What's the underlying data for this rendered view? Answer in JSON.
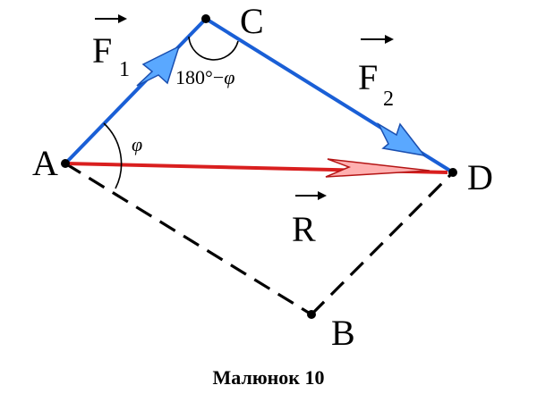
{
  "points": {
    "A": {
      "label": "A"
    },
    "B": {
      "label": "B"
    },
    "C": {
      "label": "C"
    },
    "D": {
      "label": "D"
    }
  },
  "vectors": {
    "F1": {
      "letter": "F",
      "subscript": "1",
      "color": "#1a5fd6"
    },
    "F2": {
      "letter": "F",
      "subscript": "2",
      "color": "#1a5fd6"
    },
    "R": {
      "letter": "R",
      "color": "#d91f1f"
    }
  },
  "angles": {
    "at_A": "φ",
    "at_C_value": "180°",
    "at_C_minus": "−",
    "at_C_phi": "φ"
  },
  "dashed_color": "#000000",
  "caption": "Малюнок 10"
}
